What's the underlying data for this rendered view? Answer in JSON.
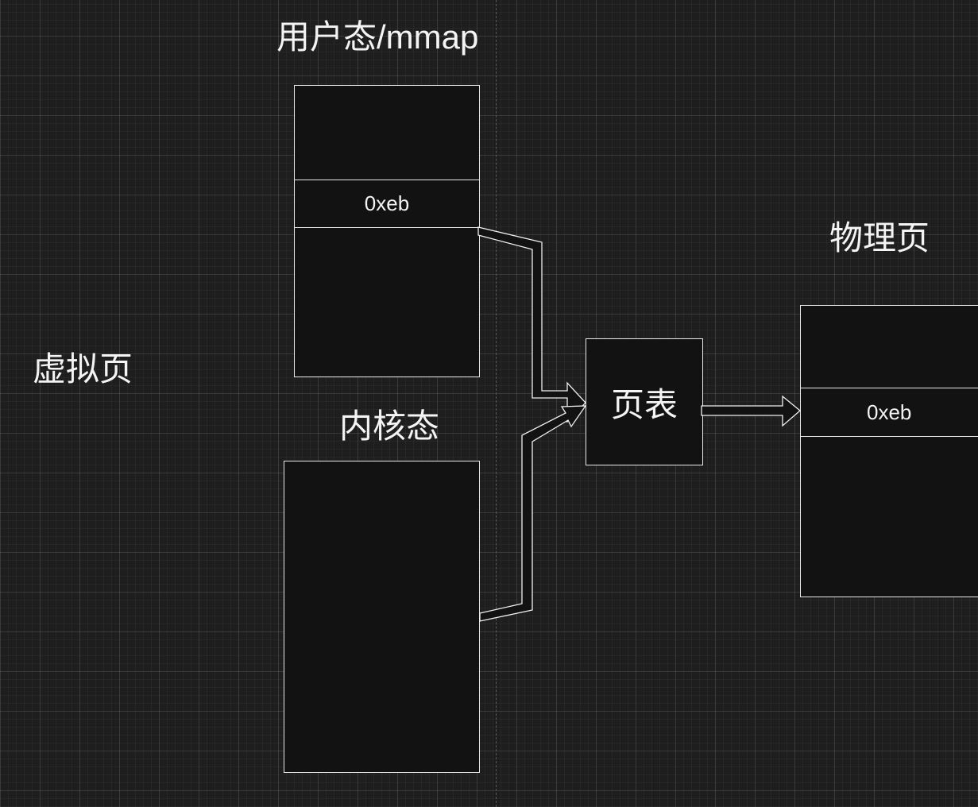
{
  "labels": {
    "user_space": "用户态/mmap",
    "kernel_space": "内核态",
    "virtual_page": "虚拟页",
    "physical_page": "物理页",
    "page_table": "页表"
  },
  "user_box": {
    "slot_value": "0xeb"
  },
  "physical_box": {
    "slot_value": "0xeb"
  },
  "colors": {
    "background": "#1e1e1e",
    "box_fill": "#121212",
    "stroke": "#e8e8e8",
    "text": "#f4f4f4"
  }
}
